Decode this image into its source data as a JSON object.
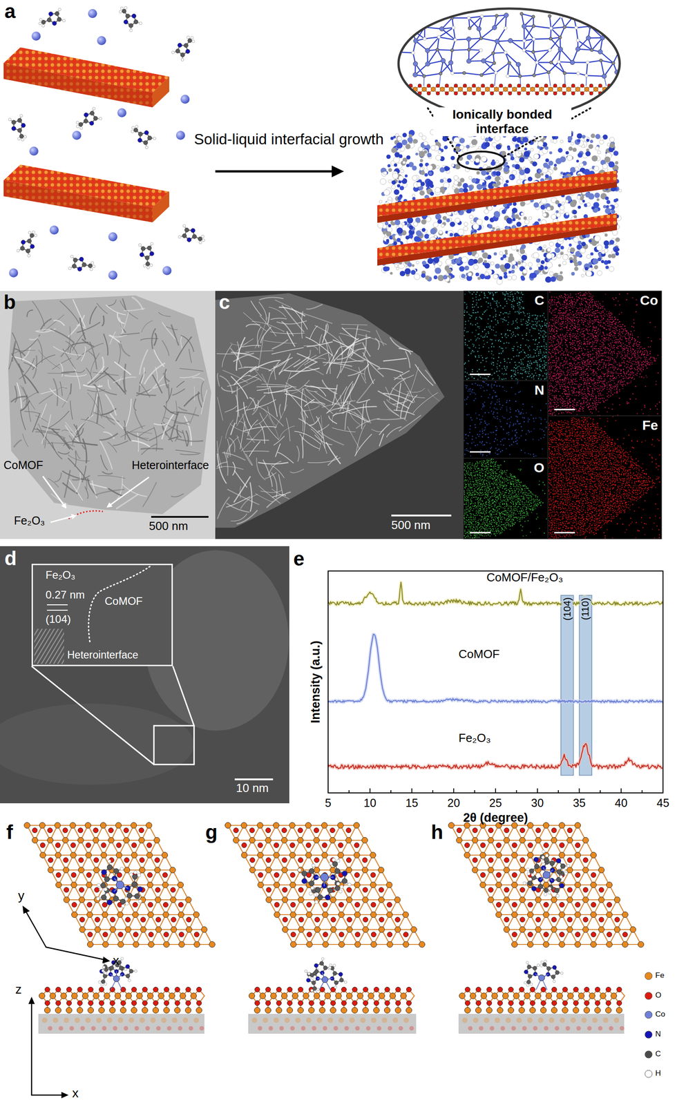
{
  "diagram": {
    "nodes": [
      {
        "text": [
          "b",
          "CoMOF",
          "Heterointerface",
          "Fe₂O₃",
          "500 nm"
        ]
      },
      {
        "text": [
          "c",
          "500 nm"
        ]
      },
      {
        "text": [
          "C"
        ]
      },
      {
        "text": [
          "N"
        ]
      },
      {
        "text": [
          "O"
        ]
      },
      {
        "text": [
          "Co"
        ]
      },
      {
        "text": [
          "Fe"
        ]
      },
      {
        "text": [
          "d",
          "10 nm"
        ]
      },
      {
        "text": [
          "Fe₂O₃",
          "0.27 nm",
          "(104)",
          "CoMOF",
          "Heterointerface"
        ],
        "in": 7
      }
    ],
    "labels": [
      "a",
      "Solid-liquid interfacial growth",
      "Ionically bonded interface",
      "e",
      "CoMOF/Fe₂O₃",
      "(104)",
      "(110)",
      "CoMOF",
      "Fe₂O₃",
      "Intensity (a.u.)",
      "5",
      "10",
      "15",
      "20",
      "25",
      "30",
      "35",
      "40",
      "45",
      "2θ (degree)",
      "f",
      "g",
      "h",
      "y",
      "x",
      "z",
      "x"
    ],
    "legend": [
      {
        "text": "Fe",
        "color": "#e8891f"
      },
      {
        "text": "O",
        "color": "#dd1a10"
      },
      {
        "text": "Co",
        "color": "#7080d8"
      },
      {
        "text": "N",
        "color": "#1414b4"
      },
      {
        "text": "C",
        "color": "#4a4a4a"
      },
      {
        "text": "H",
        "color": "#ffffff"
      }
    ]
  }
}
